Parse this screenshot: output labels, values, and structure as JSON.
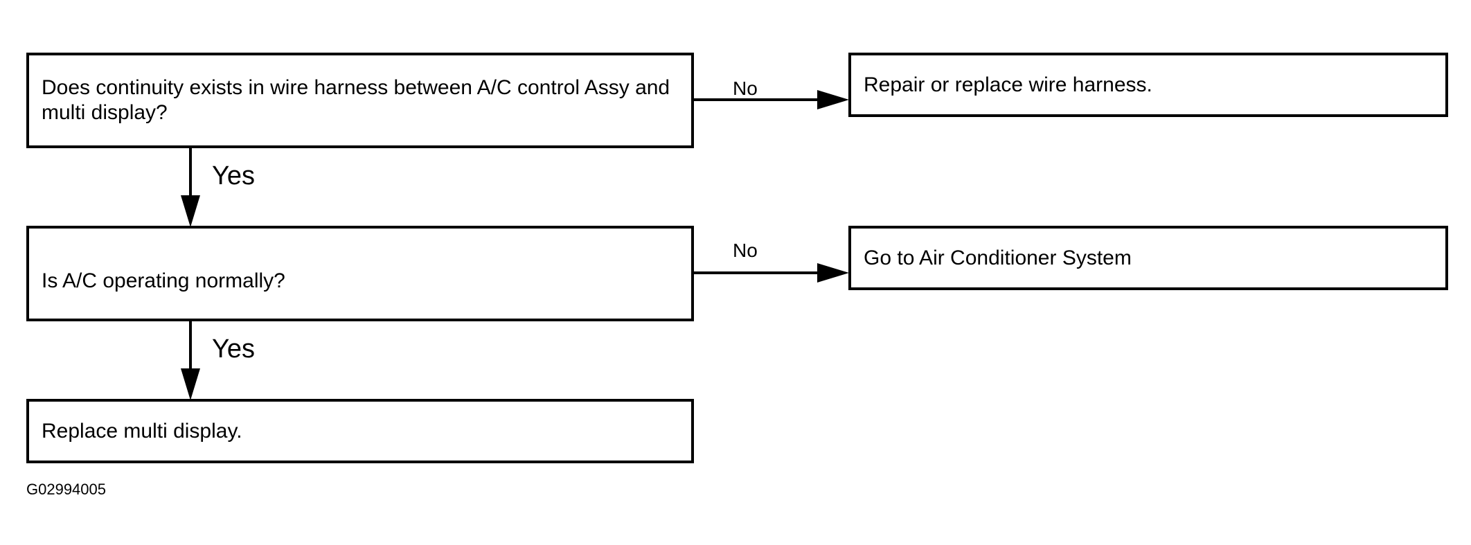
{
  "boxes": {
    "q1": "Does continuity exists in wire harness between A/C control Assy and multi display?",
    "repair": "Repair or replace wire harness.",
    "q2": "Is A/C operating normally?",
    "goto": "Go to Air Conditioner System",
    "replace": "Replace multi display."
  },
  "labels": {
    "no1": "No",
    "yes1": "Yes",
    "no2": "No",
    "yes2": "Yes"
  },
  "figure_id": "G02994005"
}
